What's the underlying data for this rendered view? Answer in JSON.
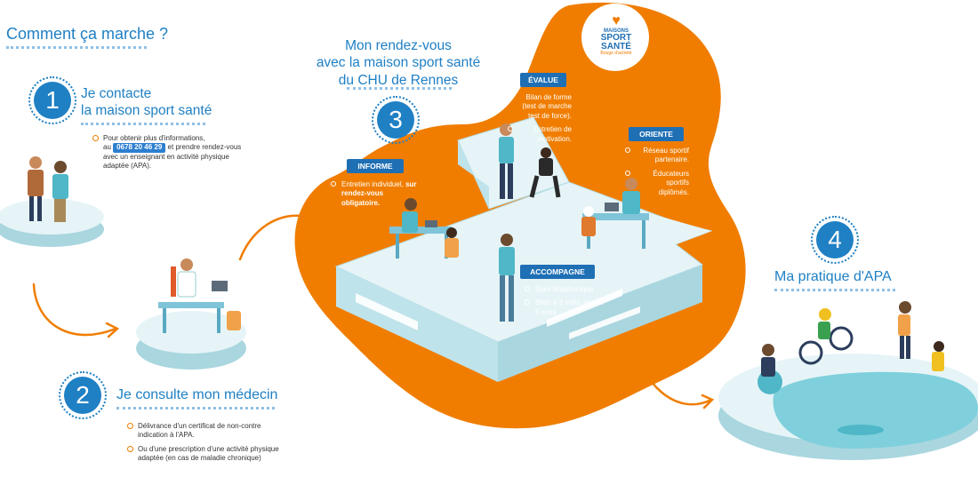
{
  "page": {
    "title": "Comment ça marche ?"
  },
  "step1": {
    "number": "1",
    "heading_line1": "Je contacte",
    "heading_line2": "la maison sport santé",
    "text_pre": "Pour obtenir plus d'informations,",
    "text_au": "au",
    "phone": "0678 20 46 29",
    "text_post": "et prendre rendez-vous avec un enseignant en activité physique adaptée (APA)."
  },
  "step2": {
    "number": "2",
    "heading": "Je consulte mon médecin",
    "bullets": [
      "Délivrance d'un certificat de non-contre indication à l'APA.",
      "Ou d'une prescription d'une activité physique adaptée (en cas de maladie chronique)"
    ]
  },
  "step3": {
    "number": "3",
    "heading_line1": "Mon rendez-vous",
    "heading_line2": "avec la maison sport santé",
    "heading_line3": "du CHU de Rennes",
    "logo_line1": "MAISONS",
    "logo_line2": "SPORT",
    "logo_line3": "SANTÉ",
    "logo_line4": "Bouge d'activité",
    "informe": {
      "label": "INFORME",
      "bullet_normal": "Entretien individuel,",
      "bullet_bold": "sur rendez-vous obligatoire."
    },
    "evalue": {
      "label": "ÉVALUE",
      "bullets": [
        "Bilan de forme (test de marche test de force).",
        "Entretien de motivation."
      ]
    },
    "oriente": {
      "label": "ORIENTE",
      "bullets": [
        "Réseau sportif partenaire.",
        "Éducateurs sportifs diplômés."
      ]
    },
    "accompagne": {
      "label": "ACCOMPAGNE",
      "bullets": [
        "Suivi téléphonique",
        "Bilan à 3 mois, puis à 6 mois"
      ]
    }
  },
  "step4": {
    "number": "4",
    "heading": "Ma pratique d'APA"
  },
  "colors": {
    "blue": "#1f80c4",
    "orange": "#f07d00",
    "platform": "#d9eef3",
    "platform_side": "#a9d6df"
  }
}
